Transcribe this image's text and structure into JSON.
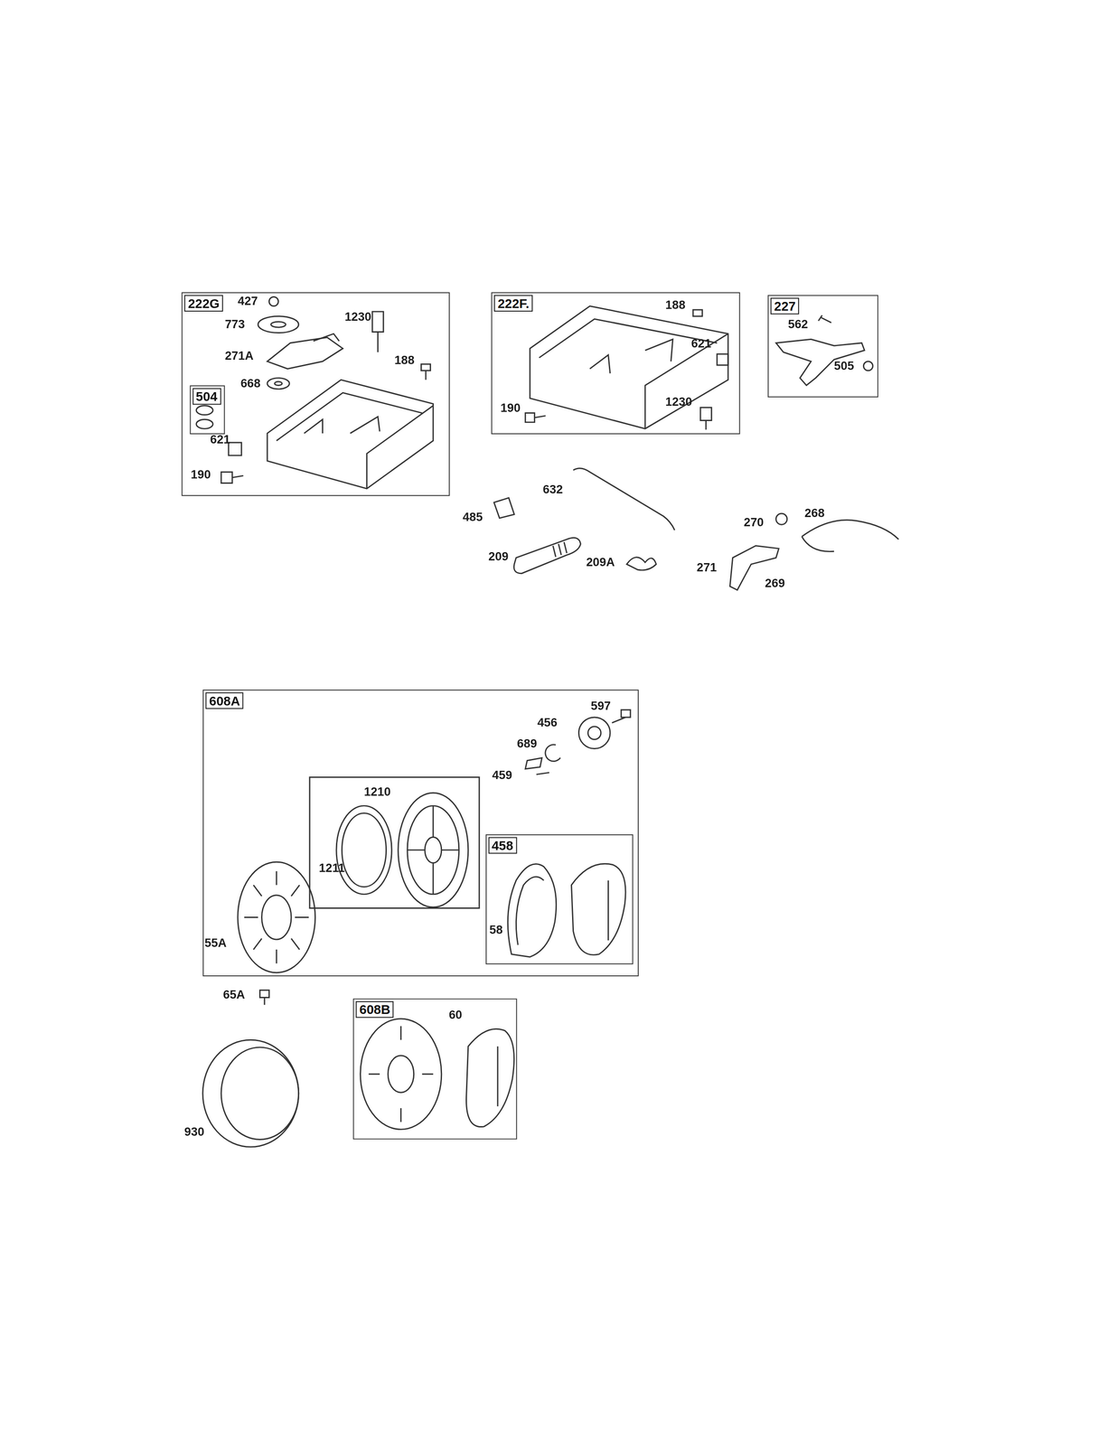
{
  "diagram": {
    "nodes": [
      {
        "text": [
          "222G"
        ]
      },
      {
        "text": [
          "504"
        ],
        "in": 0
      },
      {
        "text": [
          "222F."
        ]
      },
      {
        "text": [
          "227"
        ]
      },
      {
        "text": [
          "608A"
        ]
      },
      {
        "text": [
          "458"
        ],
        "in": 4
      },
      {
        "text": [
          "608B"
        ]
      }
    ],
    "labels": [
      "427",
      "773",
      "1230",
      "271A",
      "188",
      "668",
      "621",
      "190",
      "188",
      "621",
      "190",
      "1230",
      "562",
      "505",
      "632",
      "485",
      "209",
      "209A",
      "270",
      "268",
      "271",
      "269",
      "597",
      "456",
      "689",
      "459",
      "1210",
      "1211",
      "55A",
      "58",
      "65A",
      "930",
      "60"
    ]
  }
}
